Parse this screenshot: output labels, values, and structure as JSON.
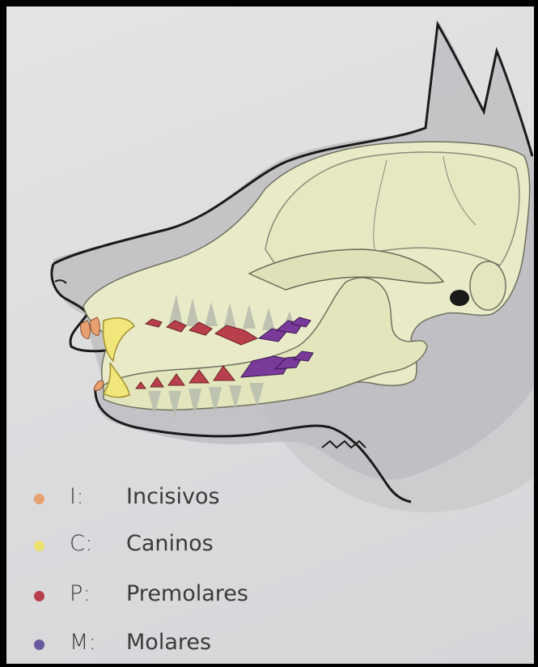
{
  "legend": [
    {
      "code": "I:",
      "label": "Incisivos",
      "color": "#e8a070"
    },
    {
      "code": "C:",
      "label": "Caninos",
      "color": "#ece070"
    },
    {
      "code": "P:",
      "label": "Premolares",
      "color": "#b8404c"
    },
    {
      "code": "M:",
      "label": "Molares",
      "color": "#6a5aa0"
    }
  ],
  "colors": {
    "incisors": "#e8a070",
    "canines": "#f0e67a",
    "premolars": "#b8404c",
    "molars": "#7a3a9a",
    "skull": "#e9ebc8",
    "head_shadow": "#bdbdc1",
    "outline": "#1a1a1a"
  }
}
